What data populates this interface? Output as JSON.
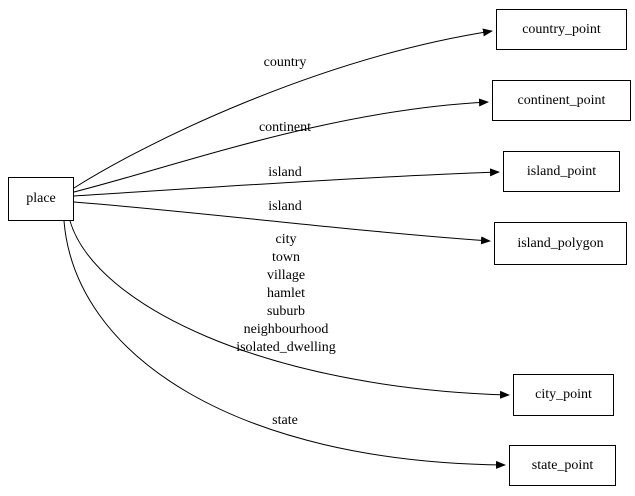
{
  "diagram": {
    "nodes": {
      "place": "place",
      "country_point": "country_point",
      "continent_point": "continent_point",
      "island_point": "island_point",
      "island_polygon": "island_polygon",
      "city_point": "city_point",
      "state_point": "state_point"
    },
    "edge_labels": {
      "country": "country",
      "continent": "continent",
      "island_to_point": "island",
      "island_to_polygon": "island",
      "city_group": "city\ntown\nvillage\nhamlet\nsuburb\nneighbourhood\nisolated_dwelling",
      "state": "state"
    },
    "colors": {
      "stroke": "#000000",
      "background": "#ffffff"
    }
  }
}
